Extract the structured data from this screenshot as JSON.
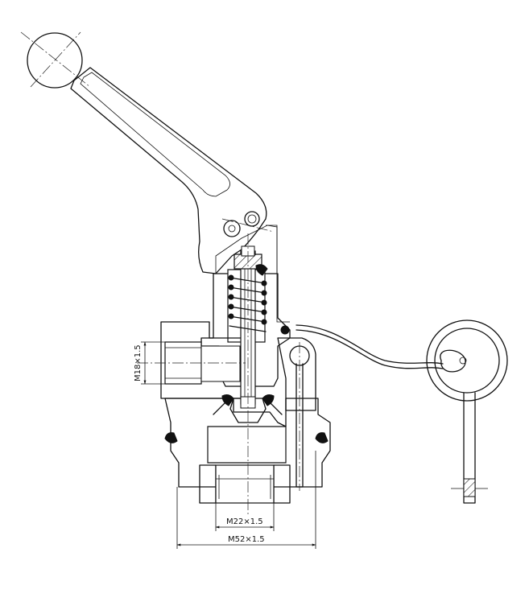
{
  "dimensions": {
    "side_port": "M18×1.5",
    "inner_port": "M22×1.5",
    "outer_thread": "M52×1.5"
  }
}
